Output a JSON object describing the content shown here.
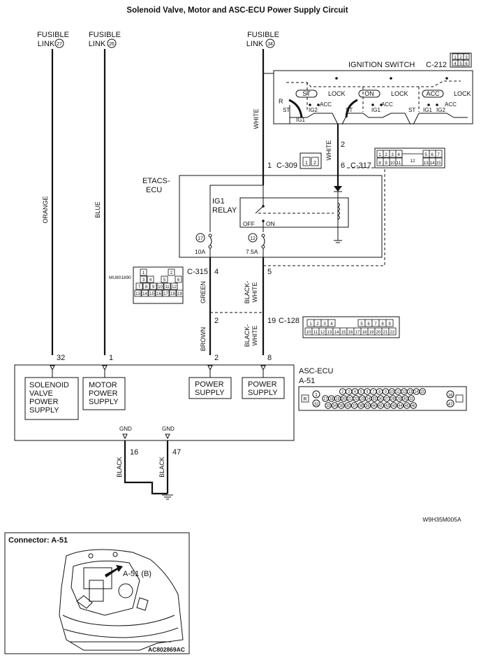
{
  "title": "Solenoid Valve, Motor and ASC-ECU Power Supply Circuit",
  "fusible_links": [
    {
      "label1": "FUSIBLE",
      "label2": "LINK",
      "num": "27"
    },
    {
      "label1": "FUSIBLE",
      "label2": "LINK",
      "num": "26"
    },
    {
      "label1": "FUSIBLE",
      "label2": "LINK",
      "num": "34"
    }
  ],
  "wires": {
    "orange": "ORANGE",
    "blue": "BLUE",
    "white_main": "WHITE",
    "white_ign": "WHITE",
    "green": "GREEN",
    "brown": "BROWN",
    "black_white_1": "BLACK-",
    "black_white_1b": "WHITE",
    "black_white_2": "BLACK-",
    "black_white_2b": "WHITE",
    "black_1": "BLACK",
    "black_2": "BLACK"
  },
  "ignition_switch": {
    "label": "IGNITION SWITCH",
    "connector": "C-212",
    "positions": [
      "ST",
      "ON",
      "ACC"
    ],
    "lock": "LOCK",
    "acc": "ACC",
    "st": "ST",
    "ig1": "IG1",
    "ig2": "IG2",
    "r": "R",
    "pins": [
      "1",
      "2",
      "3",
      "4",
      "5",
      "6"
    ]
  },
  "etacs": {
    "label1": "ETACS-",
    "label2": "ECU",
    "relay1": "IG1",
    "relay2": "RELAY",
    "off": "OFF",
    "on": "ON",
    "fuse1_num": "17",
    "fuse1_amp": "10A",
    "fuse2_num": "12",
    "fuse2_amp": "7.5A"
  },
  "connectors": {
    "c309": {
      "pin": "1",
      "name": "C-309",
      "pins": [
        "1",
        "2"
      ]
    },
    "c317": {
      "pin": "6",
      "name": "C-317",
      "top": [
        "1",
        "2",
        "3",
        "4",
        "5",
        "6",
        "7"
      ],
      "bottom": [
        "8",
        "9",
        "10",
        "11",
        "12",
        "13",
        "14",
        "15"
      ]
    },
    "c315": {
      "pin_a": "4",
      "pin_b": "5",
      "name": "C-315",
      "part": "MU801890",
      "rows": [
        [
          "1",
          "2"
        ],
        [
          "3",
          "4",
          "5",
          "6"
        ],
        [
          "7",
          "8",
          "9",
          "10",
          "11",
          "12"
        ],
        [
          "13",
          "14",
          "15",
          "16",
          "17",
          "18",
          "19"
        ]
      ]
    },
    "c128": {
      "pin_a": "2",
      "pin_b": "19",
      "name": "C-128",
      "top": [
        "1",
        "2",
        "3",
        "4",
        "5",
        "6",
        "7",
        "8",
        "9"
      ],
      "bottom": [
        "10",
        "11",
        "12",
        "13",
        "14",
        "15",
        "16",
        "17",
        "18",
        "19",
        "20",
        "21",
        "22"
      ]
    },
    "white_pin2": "2"
  },
  "asc_ecu": {
    "label": "ASC-ECU",
    "connector": "A-51",
    "pins": {
      "p32": "32",
      "p1": "1",
      "p2": "2",
      "p8": "8",
      "p16": "16",
      "p47": "47"
    },
    "blocks": [
      {
        "lines": [
          "SOLENOID",
          "VALVE",
          "POWER",
          "SUPPLY"
        ]
      },
      {
        "lines": [
          "MOTOR",
          "POWER",
          "SUPPLY"
        ]
      },
      {
        "lines": [
          "POWER",
          "SUPPLY"
        ]
      },
      {
        "lines": [
          "POWER",
          "SUPPLY"
        ]
      }
    ],
    "gnd": "GND",
    "a51_row1": [
      "1",
      "2",
      "3",
      "4",
      "5",
      "6",
      "7",
      "8",
      "9",
      "10",
      "11",
      "12",
      "13",
      "14",
      "15",
      "16"
    ],
    "a51_row2": [
      "17",
      "18",
      "19",
      "20",
      "21",
      "22",
      "23",
      "24",
      "25",
      "26",
      "27",
      "28",
      "29",
      "30",
      "31",
      "32"
    ],
    "a51_row3": [
      "33",
      "34",
      "35",
      "36",
      "37",
      "38",
      "39",
      "40",
      "41",
      "42",
      "43",
      "44",
      "45",
      "46",
      "47"
    ],
    "a51_left_top": "1",
    "a51_left_bot": "32",
    "a51_right_top": "16",
    "a51_right_bot": "47",
    "a51_mark": "R"
  },
  "code": "W9H35M005A",
  "inset": {
    "title": "Connector: A-51",
    "callout": "A-51 (B)",
    "code": "AC802869AC"
  },
  "colors": {
    "line": "#111111",
    "background": "#ffffff"
  }
}
